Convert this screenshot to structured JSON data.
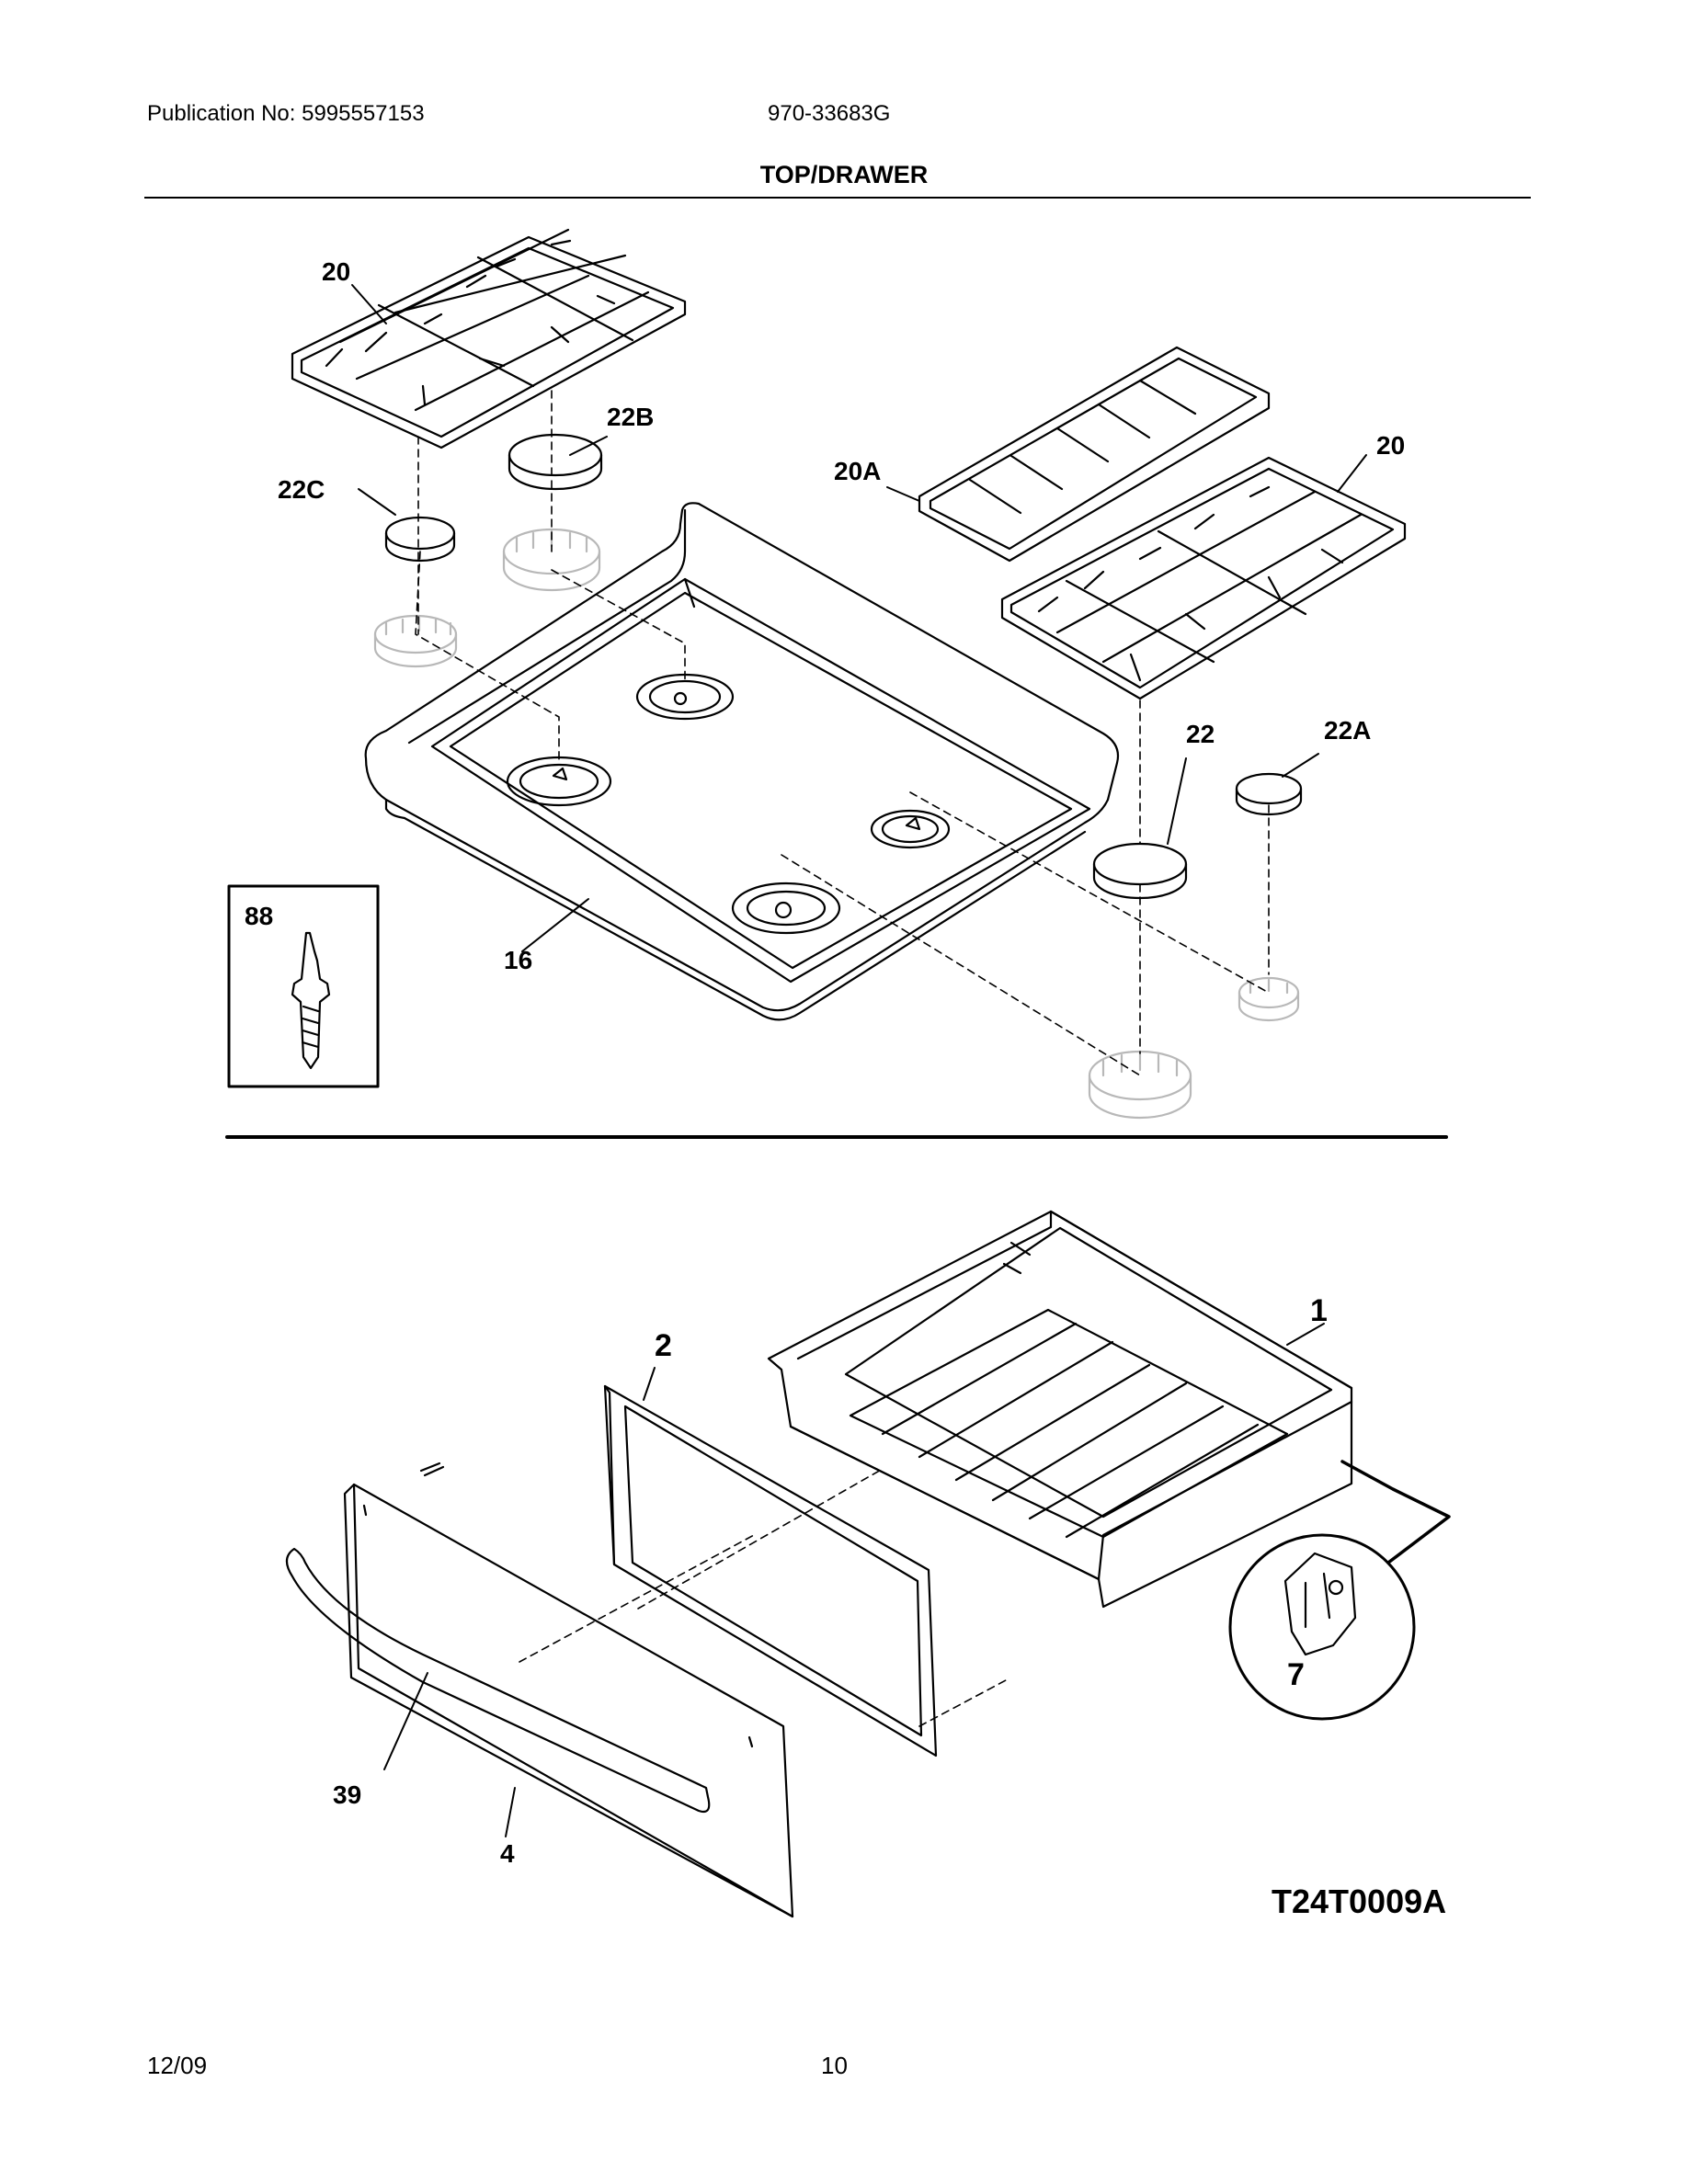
{
  "header": {
    "publication": "Publication No: 5995557153",
    "model": "970-33683G",
    "section_title": "TOP/DRAWER"
  },
  "callouts": {
    "grate_left": "20",
    "grate_right": "20",
    "grate_center": "20A",
    "cap_22b": "22B",
    "cap_22c": "22C",
    "cap_22": "22",
    "cap_22a": "22A",
    "cooktop": "16",
    "screw_box": "88",
    "drawer": "1",
    "drawer_liner": "2",
    "clip": "7",
    "handle": "39",
    "drawer_panel": "4"
  },
  "diagram_code": "T24T0009A",
  "footer": {
    "date": "12/09",
    "page": "10"
  },
  "colors": {
    "ink": "#000000",
    "faded_part": "#b8b8b8"
  }
}
